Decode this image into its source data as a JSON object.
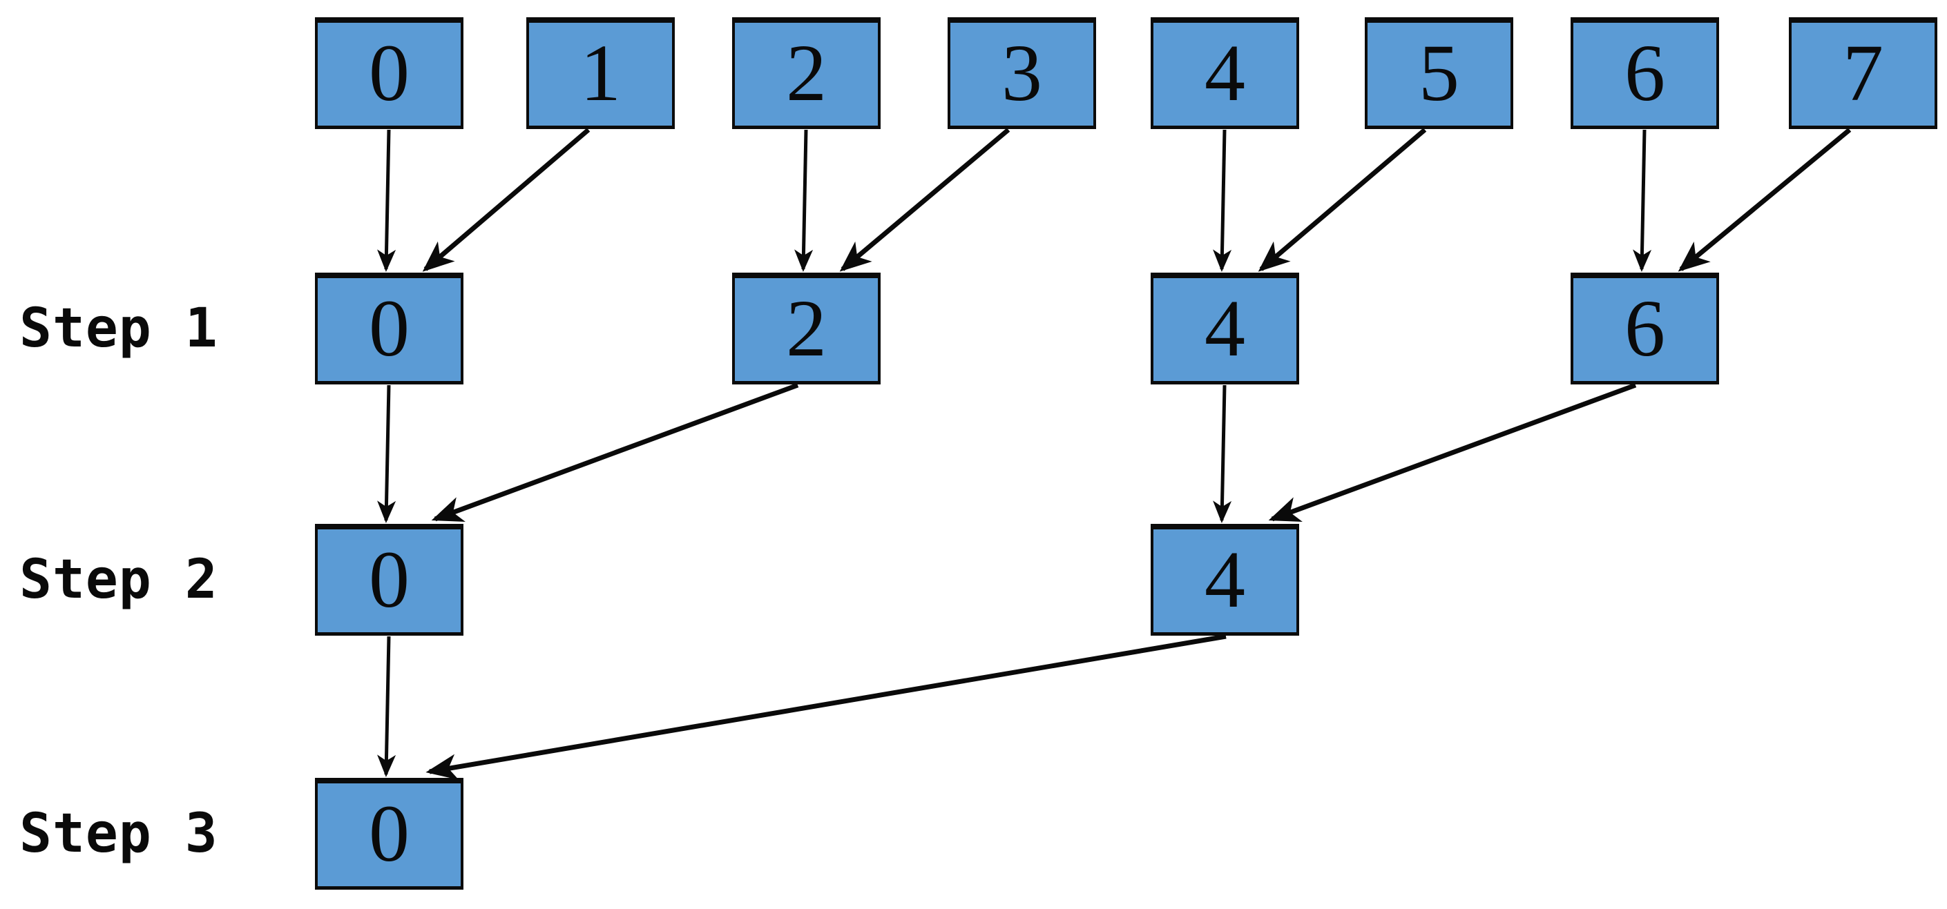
{
  "diagram": {
    "title": "parallel-pairwise-reduction-tree",
    "rows": [
      {
        "label": "",
        "boxes": [
          "0",
          "1",
          "2",
          "3",
          "4",
          "5",
          "6",
          "7"
        ]
      },
      {
        "label": "Step 1",
        "boxes": [
          "0",
          "2",
          "4",
          "6"
        ]
      },
      {
        "label": "Step 2",
        "boxes": [
          "0",
          "4"
        ]
      },
      {
        "label": "Step 3",
        "boxes": [
          "0"
        ]
      }
    ],
    "edges": [
      {
        "from": "row0-box0",
        "to": "row1-box0",
        "style": "vertical"
      },
      {
        "from": "row0-box1",
        "to": "row1-box0",
        "style": "diagonal"
      },
      {
        "from": "row0-box2",
        "to": "row1-box2",
        "style": "vertical"
      },
      {
        "from": "row0-box3",
        "to": "row1-box2",
        "style": "diagonal"
      },
      {
        "from": "row0-box4",
        "to": "row1-box4",
        "style": "vertical"
      },
      {
        "from": "row0-box5",
        "to": "row1-box4",
        "style": "diagonal"
      },
      {
        "from": "row0-box6",
        "to": "row1-box6",
        "style": "vertical"
      },
      {
        "from": "row0-box7",
        "to": "row1-box6",
        "style": "diagonal"
      },
      {
        "from": "row1-box0",
        "to": "row2-box0",
        "style": "vertical"
      },
      {
        "from": "row1-box2",
        "to": "row2-box0",
        "style": "diagonal"
      },
      {
        "from": "row1-box4",
        "to": "row2-box4",
        "style": "vertical"
      },
      {
        "from": "row1-box6",
        "to": "row2-box4",
        "style": "diagonal"
      },
      {
        "from": "row2-box0",
        "to": "row3-box0",
        "style": "vertical"
      },
      {
        "from": "row2-box4",
        "to": "row3-box0",
        "style": "diagonal"
      }
    ]
  },
  "colors": {
    "box_fill": "#5B9BD5",
    "box_border": "#0a0a0a",
    "arrow": "#0a0a0a",
    "label_text": "#0a0a0a",
    "background": "#ffffff"
  }
}
